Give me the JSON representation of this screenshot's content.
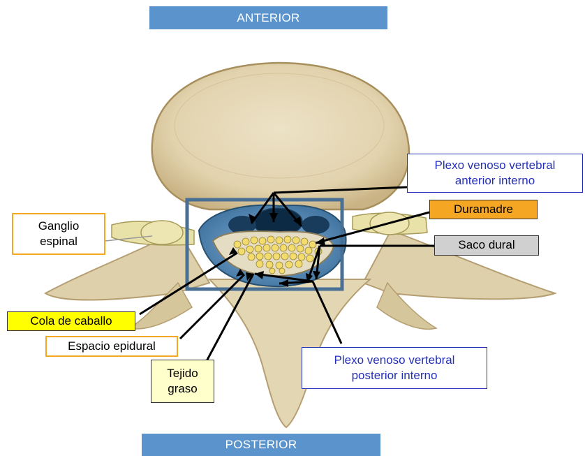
{
  "orientation": {
    "top": "ANTERIOR",
    "bottom": "POSTERIOR"
  },
  "labels": {
    "ganglio": [
      "Ganglio",
      "espinal"
    ],
    "plexo_anterior": [
      "Plexo venoso vertebral",
      "anterior interno"
    ],
    "duramadre": "Duramadre",
    "saco_dural": "Saco dural",
    "cola_caballo": "Cola de caballo",
    "espacio_epidural": "Espacio epidural",
    "tejido_graso": [
      "Tejido",
      "graso"
    ],
    "plexo_posterior": [
      "Plexo venoso vertebral",
      "posterior interno"
    ]
  },
  "colors": {
    "banner": "#5b93cc",
    "frame": "#4a6f95",
    "bone": "#e6d8b4",
    "label_orange_border": "#f5a623",
    "label_blue_border": "#2430b8",
    "duramadre_fill": "#f5a623",
    "saco_fill": "#d0d0d0",
    "cola_fill": "#ffff00",
    "tejido_fill": "#ffffcc"
  }
}
